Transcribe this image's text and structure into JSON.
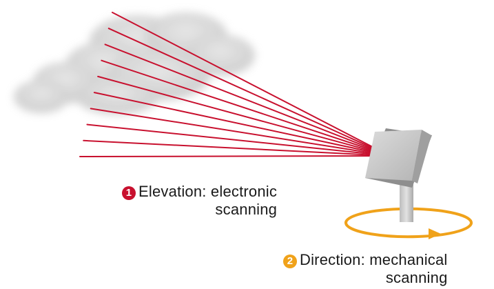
{
  "labels": [
    {
      "number": "1",
      "title": "Elevation: electronic",
      "subtitle": "scanning"
    },
    {
      "number": "2",
      "title": "Direction: mechanical",
      "subtitle": "scanning"
    }
  ],
  "colors": {
    "beam": "#c8102e",
    "rotation_arrow": "#f0a21a",
    "cloud": "#d6d6d6",
    "antenna_face": "#c9c9c9",
    "antenna_side": "#9a9a9a"
  },
  "beam_count": 10
}
